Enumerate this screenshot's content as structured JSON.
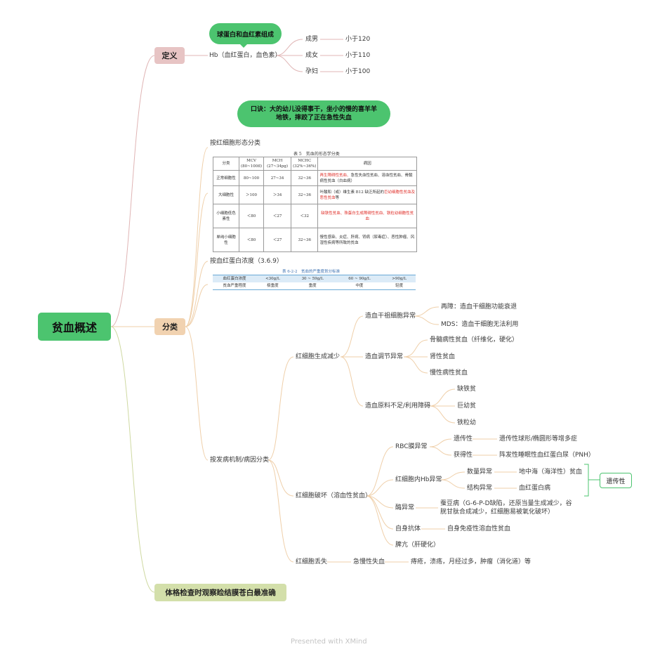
{
  "root": {
    "label": "贫血概述",
    "color": "#4cc46f"
  },
  "definition": {
    "label": "定义",
    "bubble": "球蛋白和血红素组成",
    "hb": "Hb（血红蛋白，血色素）",
    "groups": [
      {
        "name": "成男",
        "value": "小于120"
      },
      {
        "name": "成女",
        "value": "小于110"
      },
      {
        "name": "孕妇",
        "value": "小于100"
      }
    ]
  },
  "classification": {
    "label": "分类",
    "mnemonic": "口诀：大的幼儿没得事干，坐小的慢的喜羊羊地铁，摔跤了正在急性失血",
    "morph": {
      "label": "按红细胞形态分类",
      "table_title": "表 5　贫血的形态学分类",
      "headers": [
        "分类",
        "MCV\n(80~100fl)",
        "MCH\n(27~34pg)",
        "MCHC\n(32%~36%)",
        "病因"
      ],
      "rows": [
        {
          "c": [
            "正常细胞性",
            "80~100",
            "27~34",
            "32~36"
          ],
          "red": "再生障碍性贫血、",
          "black": "急性失血性贫血、溶血性贫血、骨髓病性贫血（白血病）"
        },
        {
          "c": [
            "大细胞性",
            "＞100",
            "＞34",
            "32~36"
          ],
          "black": "叶酸和（或）维生素 B12 缺乏所起的",
          "red": "巨幼细胞性贫血及恶性贫血",
          "tail": "等"
        },
        {
          "c": [
            "小细胞低色素性",
            "＜80",
            "＜27",
            "＜32"
          ],
          "red": "缺铁性贫血、珠蛋白生成障碍性贫血、铁粒幼细胞性贫血",
          "black": ""
        },
        {
          "c": [
            "单纯小细胞性",
            "＜80",
            "＜27",
            "32~36"
          ],
          "red": "",
          "black": "慢性感染、炎症、肝病、肾病（尿毒症）、恶性肿瘤、风湿性疾病等所致的贫血"
        }
      ]
    },
    "severity": {
      "label": "按血红蛋白浓度（3.6.9）",
      "table_title": "表 6-2-2　贫血的严重度划分标准",
      "rows": [
        [
          "血红蛋白浓度",
          "<30g/L",
          "30 ~ 59g/L",
          "60 ~ 90g/L",
          ">90g/L"
        ],
        [
          "贫血严重程度",
          "极重度",
          "重度",
          "中度",
          "轻度"
        ]
      ]
    },
    "mechanism": {
      "label": "按发病机制/病因分类",
      "decrease": {
        "label": "红细胞生成减少",
        "stem": {
          "label": "造血干祖细胞异常",
          "items": [
            "再障：造血干细胞功能衰退",
            "MDS：造血干细胞无法利用"
          ]
        },
        "regulation": {
          "label": "造血调节异常",
          "items": [
            "骨髓病性贫血（纤维化，硬化）",
            "肾性贫血",
            "慢性病性贫血"
          ]
        },
        "material": {
          "label": "造血原料不足/利用障碍",
          "items": [
            "缺铁贫",
            "巨幼贫",
            "铁粒幼"
          ]
        }
      },
      "destruction": {
        "label": "红细胞破坏（溶血性贫血）",
        "membrane": {
          "label": "RBC膜异常",
          "hereditary": "遗传性",
          "hereditary_item": "遗传性球形/椭圆形等增多症",
          "acquired": "获得性",
          "acquired_item": "阵发性睡眠性血红蛋白尿（PNH）"
        },
        "hb": {
          "label": "红细胞内Hb异常",
          "quantity": "数量异常",
          "quantity_item": "地中海（海洋性）贫血",
          "structure": "结构异常",
          "structure_item": "血红蛋白病",
          "summary": "遗传性"
        },
        "enzyme": {
          "label": "酶异常",
          "item": "蚕豆病（G-6-P-D缺陷，还原当量生成减少，谷胱甘肽合成减少，红细胞易被氧化破坏）"
        },
        "autoimmune": {
          "label": "自身抗体",
          "item": "自身免疫性溶血性贫血"
        },
        "spleen": {
          "label": "脾亢（肝硬化）"
        }
      },
      "loss": {
        "label": "红细胞丢失",
        "chronic": "急慢性失血",
        "item": "痔疮，溃疡，月经过多，肿瘤（消化道）等"
      }
    }
  },
  "exam": {
    "label": "体格检查时观察睑结膜苍白最准确"
  },
  "footer": {
    "text": "Presented with XMind"
  },
  "colors": {
    "definition": "#e7c4c4",
    "classification": "#f1d2b0",
    "exam": "#d3dfaa",
    "bubble": "#4cc46f",
    "line_def": "#e0b5b5",
    "line_cls": "#efcfa9",
    "line_exam": "#cfd9a2",
    "summary": "#4cc46f"
  }
}
